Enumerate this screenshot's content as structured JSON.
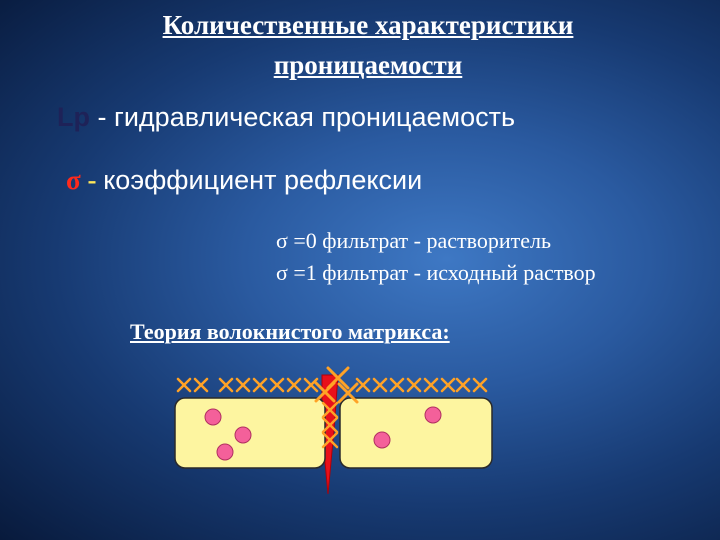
{
  "title": {
    "line1": "Количественные характеристики",
    "line2": " проницаемости"
  },
  "lp_row": {
    "symbol": "Lp",
    "dash": " - ",
    "text": "гидравлическая проницаемость"
  },
  "sigma_row": {
    "symbol": "σ",
    "dash": " - ",
    "text": "коэффициент рефлексии"
  },
  "sigma_cases": [
    {
      "text": "σ =0 фильтрат - растворитель"
    },
    {
      "text": "σ =1 фильтрат - исходный раствор"
    }
  ],
  "theory_heading": "Теория волокнистого матрикса:",
  "colors": {
    "cell_fill": "#fdf5a0",
    "particle": "#f4609a",
    "fiber": "#ffa226",
    "gap_fluid": "#e8101a"
  },
  "icons": [
    "cell-body",
    "particle-dot",
    "fiber-cross",
    "gap-channel"
  ]
}
